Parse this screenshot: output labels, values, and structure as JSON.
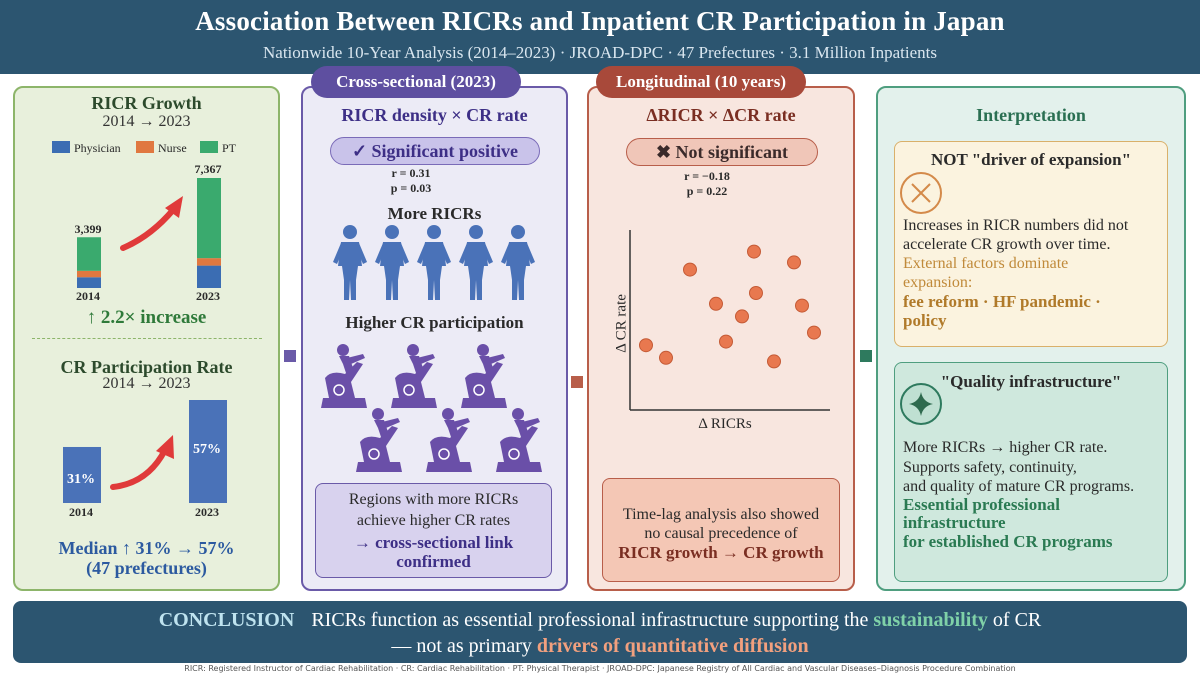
{
  "header": {
    "title": "Association Between RICRs and Inpatient CR Participation in Japan",
    "subtitle": "Nationwide 10-Year Analysis (2014–2023)  ·  JROAD-DPC  ·  47 Prefectures  ·  3.1 Million Inpatients"
  },
  "panel1": {
    "growth_title": "RICR Growth",
    "growth_years": "2014 → 2023",
    "legend": [
      "Physician",
      "Nurse",
      "PT"
    ],
    "bar_2014_total": "3,399",
    "bar_2023_total": "7,367",
    "year_2014": "2014",
    "year_2023": "2023",
    "increase": "↑ 2.2× increase",
    "cr_title": "CR Participation Rate",
    "cr_years": "2014 → 2023",
    "cr_2014": "31%",
    "cr_2023": "57%",
    "median_line1": "Median ↑ 31% → 57%",
    "median_line2": "(47 prefectures)"
  },
  "panel2": {
    "tab": "Cross-sectional (2023)",
    "heading": "RICR density × CR rate",
    "badge": "✓ Significant positive",
    "r": "r = 0.31",
    "p": "p = 0.03",
    "more": "More RICRs",
    "higher": "Higher CR participation",
    "box_line1": "Regions with more RICRs",
    "box_line2": "achieve higher CR rates",
    "box_line3": "→ cross-sectional link",
    "box_line4": "confirmed"
  },
  "panel3": {
    "tab": "Longitudinal (10 years)",
    "heading": "ΔRICR × ΔCR rate",
    "badge": "✖ Not significant",
    "r": "r = −0.18",
    "p": "p = 0.22",
    "ylabel": "Δ CR rate",
    "xlabel": "Δ RICRs",
    "box_line1": "Time-lag analysis also showed",
    "box_line2": "no causal precedence of",
    "box_line3": "RICR growth → CR growth"
  },
  "panel4": {
    "heading": "Interpretation",
    "not_title": "NOT \"driver of expansion\"",
    "not_line1": "Increases in RICR numbers did not",
    "not_line2": "accelerate CR growth over time.",
    "not_line3": "External factors dominate",
    "not_line4": "expansion:",
    "not_line5": "fee reform · HF pandemic ·",
    "not_line6": "policy",
    "q_title": "\"Quality infrastructure\"",
    "q_line1": "More RICRs → higher CR rate.",
    "q_line2": "Supports safety, continuity,",
    "q_line3": "and quality of mature CR programs.",
    "q_line4": "Essential professional",
    "q_line5": "infrastructure",
    "q_line6": "for established CR programs"
  },
  "conclusion": {
    "lead": "CONCLUSION",
    "text1": "RICRs function as essential professional infrastructure supporting the",
    "green": "sustainability",
    "text2": "of CR",
    "text3": "— not as primary",
    "orange": "drivers of quantitative diffusion"
  },
  "footer": "RICR: Registered Instructor of Cardiac Rehabilitation  ·  CR: Cardiac Rehabilitation  ·  PT: Physical Therapist  ·  JROAD-DPC: Japanese Registry of All Cardiac and Vascular Diseases–Diagnosis Procedure Combination",
  "colors": {
    "physician": "#3b6db3",
    "nurse": "#e07840",
    "pt": "#3aaa6e",
    "cr_bar": "#4a72b8",
    "arrow": "#e03a3a",
    "scatter": "#e8784f"
  },
  "chart_data": [
    {
      "type": "bar",
      "categories": [
        "2014",
        "2023"
      ],
      "series": [
        {
          "name": "Physician",
          "values": [
            720,
            1500
          ]
        },
        {
          "name": "Nurse",
          "values": [
            430,
            500
          ]
        },
        {
          "name": "PT",
          "values": [
            2249,
            5367
          ]
        }
      ],
      "totals": [
        3399,
        7367
      ]
    },
    {
      "type": "bar",
      "categories": [
        "2014",
        "2023"
      ],
      "values": [
        31,
        57
      ],
      "title": "CR Participation Rate"
    },
    {
      "type": "scatter",
      "xlabel": "Δ RICRs",
      "ylabel": "Δ CR rate",
      "points": [
        [
          0.08,
          0.36
        ],
        [
          0.18,
          0.29
        ],
        [
          0.3,
          0.78
        ],
        [
          0.43,
          0.59
        ],
        [
          0.48,
          0.38
        ],
        [
          0.56,
          0.52
        ],
        [
          0.62,
          0.88
        ],
        [
          0.63,
          0.65
        ],
        [
          0.72,
          0.27
        ],
        [
          0.82,
          0.82
        ],
        [
          0.86,
          0.58
        ],
        [
          0.92,
          0.43
        ]
      ]
    }
  ]
}
